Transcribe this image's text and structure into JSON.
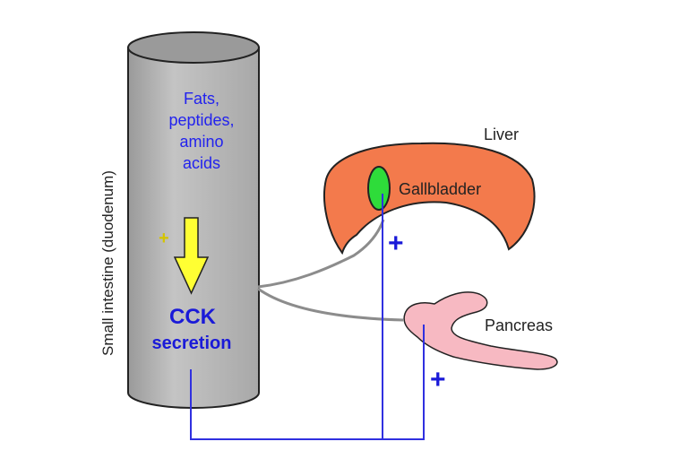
{
  "labels": {
    "intestine": "Small intestine (duodenum)",
    "contents": [
      "Fats,",
      "peptides,",
      "amino",
      "acids"
    ],
    "stimulus": "+",
    "cck_line1": "CCK",
    "cck_line2": "secretion",
    "liver": "Liver",
    "gallbladder": "Gallbladder",
    "pancreas": "Pancreas",
    "gallbladder_effect": "+",
    "pancreas_effect": "+"
  },
  "colors": {
    "intestine": "#b3b3b3",
    "liver": "#f37a4c",
    "gallbladder": "#2edc3a",
    "pancreas": "#f7b9c2",
    "arrow": "#ffff33",
    "signal": "#3030e0",
    "nerve": "#8c8c8c"
  }
}
